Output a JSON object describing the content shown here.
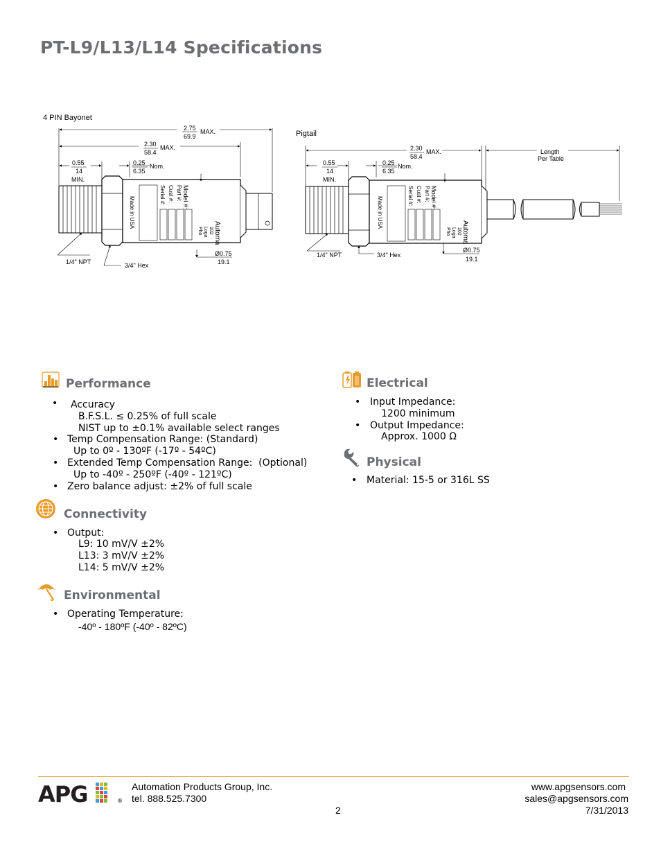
{
  "page_title": "PT-L9/L13/L14 Specifications",
  "diagram_left": {
    "title": "4 PIN Bayonet",
    "dim_275": "2.75",
    "dim_699": "69.9",
    "max1": "MAX.",
    "dim_230": "2.30",
    "dim_584": "58.4",
    "max2": "MAX.",
    "dim_055": "0.55",
    "dim_14": "14",
    "min": "MIN.",
    "dim_025": "0.25",
    "dim_635": "6.35",
    "nom": "Nom.",
    "npt": "1/4\" NPT",
    "hex": "3/4\" Hex",
    "dia": "Ø0.75",
    "dia_mm": "19.1",
    "made": "Made in USA",
    "model": "Model #:",
    "part": "Part #:",
    "cust": "Cust #:",
    "serial": "Serial #:",
    "auto": "Automa",
    "l1": "102",
    "l2": "Loga",
    "l3": "Pho"
  },
  "diagram_right": {
    "title": "Pigtail",
    "dim_230": "2.30",
    "dim_584": "58.4",
    "max": "MAX.",
    "length": "Length",
    "per_table": "Per Table",
    "dim_055": "0.55",
    "dim_14": "14",
    "min": "MIN.",
    "dim_025": "0.25",
    "dim_635": "6.35",
    "nom": "Nom.",
    "npt": "1/4\" NPT",
    "hex": "3/4\" Hex",
    "dia": "Ø0.75",
    "dia_mm": "19.1",
    "made": "Made in USA",
    "model": "Model #:",
    "part": "Part #:",
    "cust": "Cust #:",
    "serial": "Serial #:",
    "auto": "Automa",
    "l1": "102",
    "l2": "Loga",
    "l3": "Pho"
  },
  "performance": {
    "title": "Performance",
    "accuracy": "Accuracy",
    "bfsl": "B.F.S.L. ≤ 0.25% of full scale",
    "nist": "NIST up to ±0.1% available select ranges",
    "temp_comp": "Temp Compensation Range: (Standard)",
    "temp_comp_val": "Up to 0º - 130ºF (-17º - 54ºC)",
    "ext_temp": "Extended Temp Compensation Range:  (Optional)",
    "ext_temp_val": "Up to -40º - 250ºF (-40º - 121ºC)",
    "zero": "Zero balance adjust: ±2% of full scale"
  },
  "connectivity": {
    "title": "Connectivity",
    "output": "Output:",
    "l9": "L9: 10 mV/V ±2%",
    "l13": "L13: 3 mV/V ±2%",
    "l14": "L14: 5 mV/V ±2%"
  },
  "environmental": {
    "title": "Environmental",
    "op_temp": "Operating Temperature:",
    "op_temp_val": "-40º - 180ºF (-40º - 82ºC)"
  },
  "electrical": {
    "title": "Electrical",
    "input": "Input Impedance:",
    "input_val": "1200 minimum",
    "output": "Output Impedance:",
    "output_val": "Approx. 1000 Ω"
  },
  "physical": {
    "title": "Physical",
    "material": "Material: 15-5 or 316L SS"
  },
  "footer": {
    "logo": "APG",
    "reg": "®",
    "company": "Automation Products Group, Inc.",
    "tel": "tel. 888.525.7300",
    "page": "2",
    "web": "www.apgsensors.com",
    "email": "sales@apgsensors.com",
    "date": "7/31/2013"
  },
  "colors": {
    "accent": "#e0a53a",
    "heading": "#6d6e71",
    "icon_orange": "#e89b2a"
  }
}
